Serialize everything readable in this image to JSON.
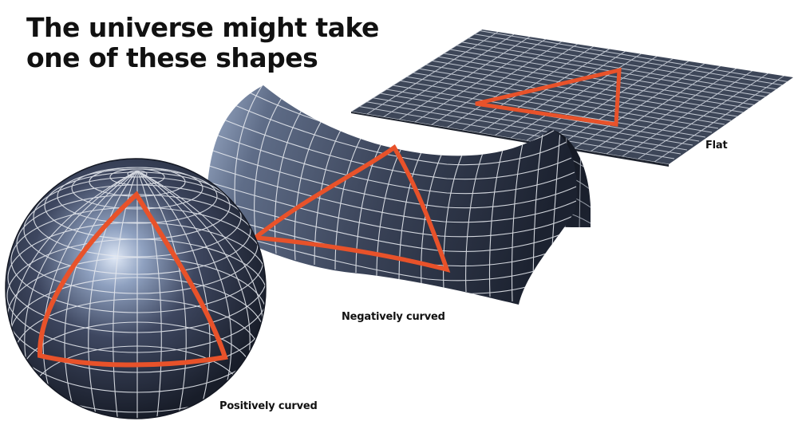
{
  "title": {
    "line1": "The universe might take",
    "line2": "one of these shapes"
  },
  "shapes": [
    {
      "id": "flat",
      "label": "Flat",
      "triangle_color": "#e8522a",
      "surface_color": "#3d4658",
      "grid_color": "#d8dde6"
    },
    {
      "id": "negative",
      "label": "Negatively curved",
      "triangle_color": "#e8522a",
      "surface_color": "#2e3648",
      "grid_color": "#e6e9ef"
    },
    {
      "id": "positive",
      "label": "Positively curved",
      "triangle_color": "#e8522a",
      "surface_color": "#262d3d",
      "grid_color": "#e6e9ef"
    }
  ]
}
